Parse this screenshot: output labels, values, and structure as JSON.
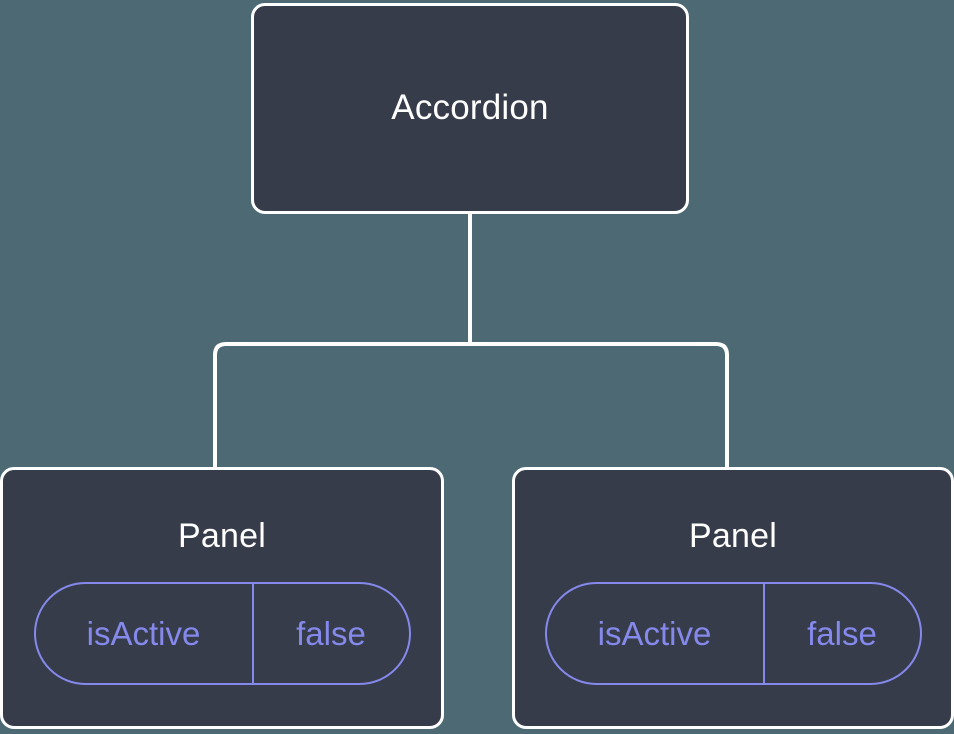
{
  "diagram": {
    "type": "component-tree",
    "background_color": "#4d6a74",
    "node_fill_color": "#373c4b",
    "node_border_color": "#ffffff",
    "accent_color": "#8589ec",
    "connector_color": "#ffffff",
    "root": {
      "title": "Accordion"
    },
    "children": [
      {
        "title": "Panel",
        "props": [
          {
            "key": "isActive",
            "value": "false"
          }
        ]
      },
      {
        "title": "Panel",
        "props": [
          {
            "key": "isActive",
            "value": "false"
          }
        ]
      }
    ]
  }
}
